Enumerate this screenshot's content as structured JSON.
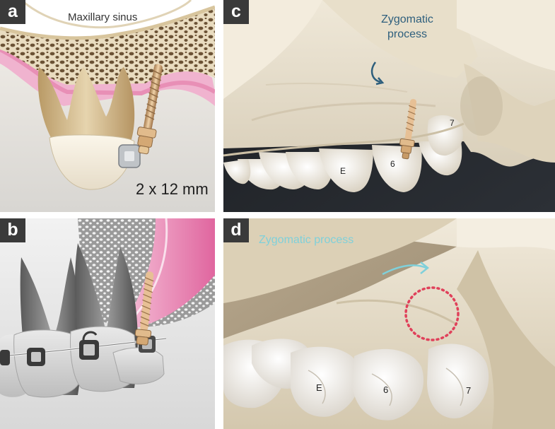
{
  "panels": {
    "a": {
      "label": "a",
      "title": "Maxillary sinus",
      "dimension": "2 x 12 mm"
    },
    "b": {
      "label": "b"
    },
    "c": {
      "label": "c",
      "annotation": "Zygomatic process",
      "teeth": {
        "e": "E",
        "six": "6",
        "seven": "7"
      }
    },
    "d": {
      "label": "d",
      "annotation": "Zygomatic process",
      "teeth": {
        "e": "E",
        "six": "6",
        "seven": "7"
      }
    }
  },
  "colors": {
    "label_box": "#3a3a3a",
    "gum_pink": "#e88fb6",
    "bone_tan": "#d8c59d",
    "screw_gold": "#d1a878",
    "zygomatic_c": "#2e5f7d",
    "zygomatic_d": "#7fd0da",
    "dotted_circle": "#e0405a"
  }
}
